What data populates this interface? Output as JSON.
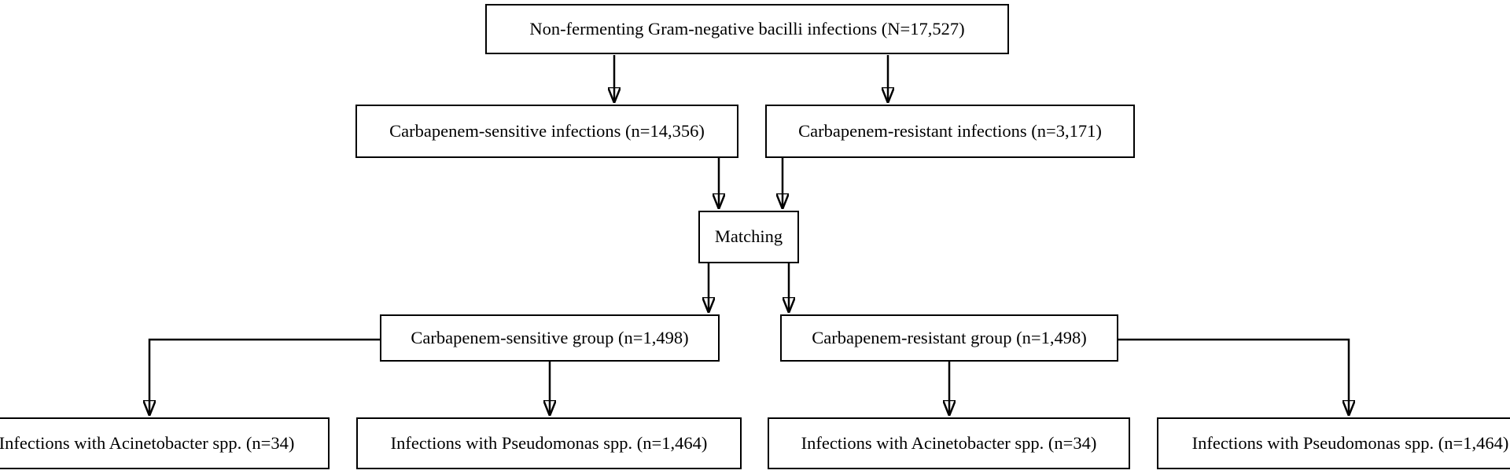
{
  "flowchart": {
    "type": "study-flow-diagram",
    "nodes": {
      "total": "Non-fermenting Gram-negative bacilli infections (N=17,527)",
      "cs_infections": "Carbapenem-sensitive infections (n=14,356)",
      "cr_infections": "Carbapenem-resistant infections (n=3,171)",
      "matching": "Matching",
      "cs_group": "Carbapenem-sensitive group (n=1,498)",
      "cr_group": "Carbapenem-resistant group (n=1,498)",
      "cs_acinetobacter": "Infections with Acinetobacter spp. (n=34)",
      "cs_pseudomonas": "Infections with Pseudomonas spp. (n=1,464)",
      "cr_acinetobacter": "Infections with Acinetobacter spp. (n=34)",
      "cr_pseudomonas": "Infections with Pseudomonas spp. (n=1,464)"
    },
    "edges": [
      {
        "from": "total",
        "to": "cs_infections"
      },
      {
        "from": "total",
        "to": "cr_infections"
      },
      {
        "from": "cs_infections",
        "to": "matching"
      },
      {
        "from": "cr_infections",
        "to": "matching"
      },
      {
        "from": "matching",
        "to": "cs_group"
      },
      {
        "from": "matching",
        "to": "cr_group"
      },
      {
        "from": "cs_group",
        "to": "cs_acinetobacter"
      },
      {
        "from": "cs_group",
        "to": "cs_pseudomonas"
      },
      {
        "from": "cr_group",
        "to": "cr_acinetobacter"
      },
      {
        "from": "cr_group",
        "to": "cr_pseudomonas"
      }
    ],
    "colors": {
      "background": "#ffffff",
      "box_fill": "#ffffff",
      "box_border": "#000000",
      "text": "#000000",
      "connector": "#000000"
    }
  }
}
